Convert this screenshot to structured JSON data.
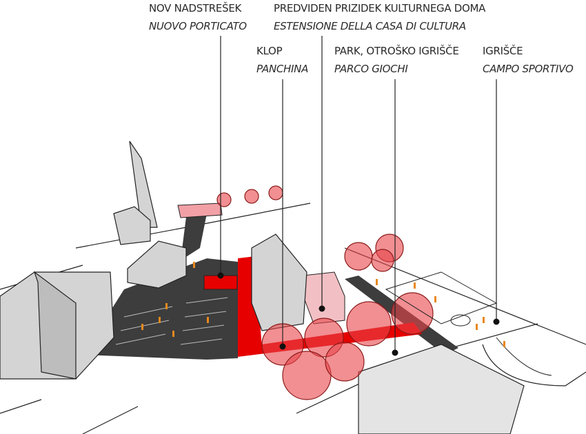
{
  "labels": {
    "new_canopy": {
      "sl": "NOV NADSTREŠEK",
      "it": "NUOVO PORTICATO"
    },
    "extension": {
      "sl": "PREDVIDEN PRIZIDEK KULTURNEGA DOMA",
      "it": "ESTENSIONE DELLA CASA DI CULTURA"
    },
    "bench": {
      "sl": "KLOP",
      "it": "PANCHINA"
    },
    "park": {
      "sl": "PARK, OTROŠKO IGRIŠČE",
      "it": "PARCO GIOCHI"
    },
    "sports": {
      "sl": "IGRIŠČE",
      "it": "CAMPO SPORTIVO"
    }
  },
  "colors": {
    "accent": "#e60000",
    "plaza": "#3d3d3d",
    "building": "#d0d0d0",
    "tree": "#e8454a",
    "people": "#e8891e"
  }
}
